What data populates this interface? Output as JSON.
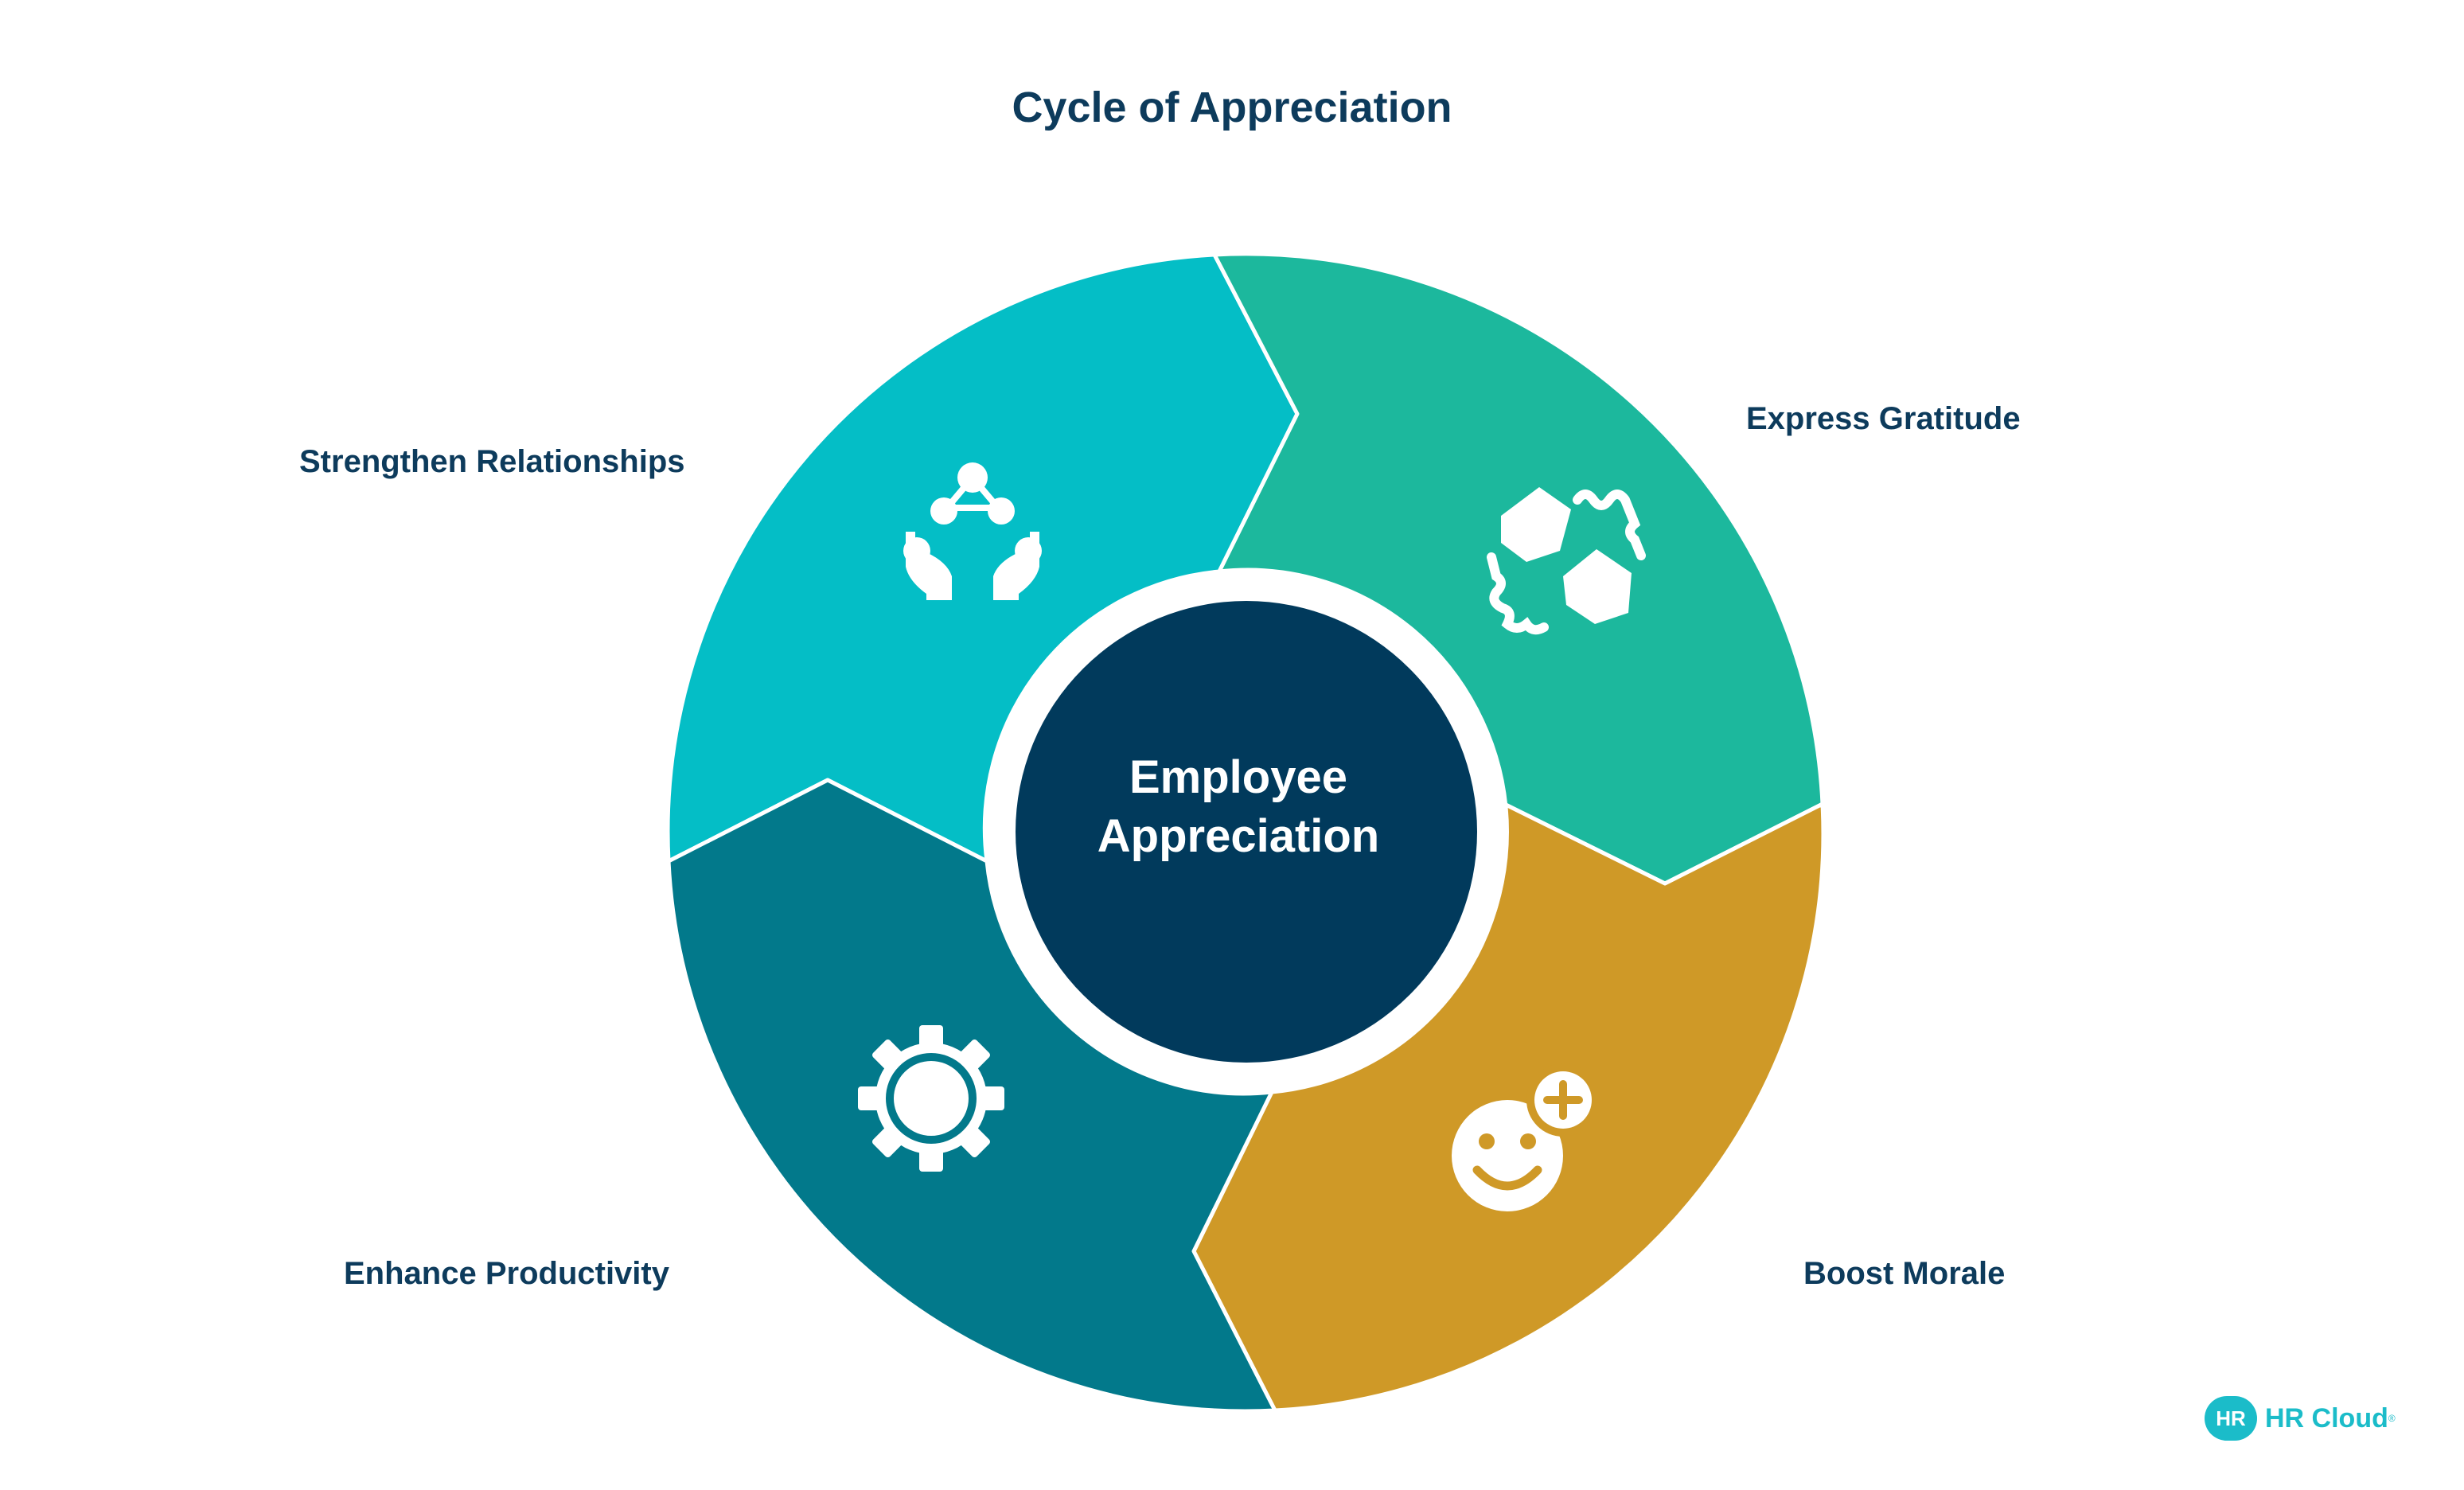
{
  "title": "Cycle of Appreciation",
  "center": {
    "line1": "Employee",
    "line2": "Appreciation",
    "color": "#013a5c"
  },
  "segments": [
    {
      "label": "Strengthen Relationships",
      "color": "#04bec6",
      "icon": "hands-network-icon"
    },
    {
      "label": "Express Gratitude",
      "color": "#1cb89d",
      "icon": "handshake-icon"
    },
    {
      "label": "Boost Morale",
      "color": "#cf9927",
      "icon": "smiley-plus-icon"
    },
    {
      "label": "Enhance Productivity",
      "color": "#02798b",
      "icon": "gear-trend-icon"
    }
  ],
  "logo": {
    "badge": "HR",
    "text": "HR Cloud",
    "mark": "®",
    "color": "#1bbcc9"
  },
  "colors": {
    "text": "#0d3b5c",
    "background": "#ffffff"
  }
}
